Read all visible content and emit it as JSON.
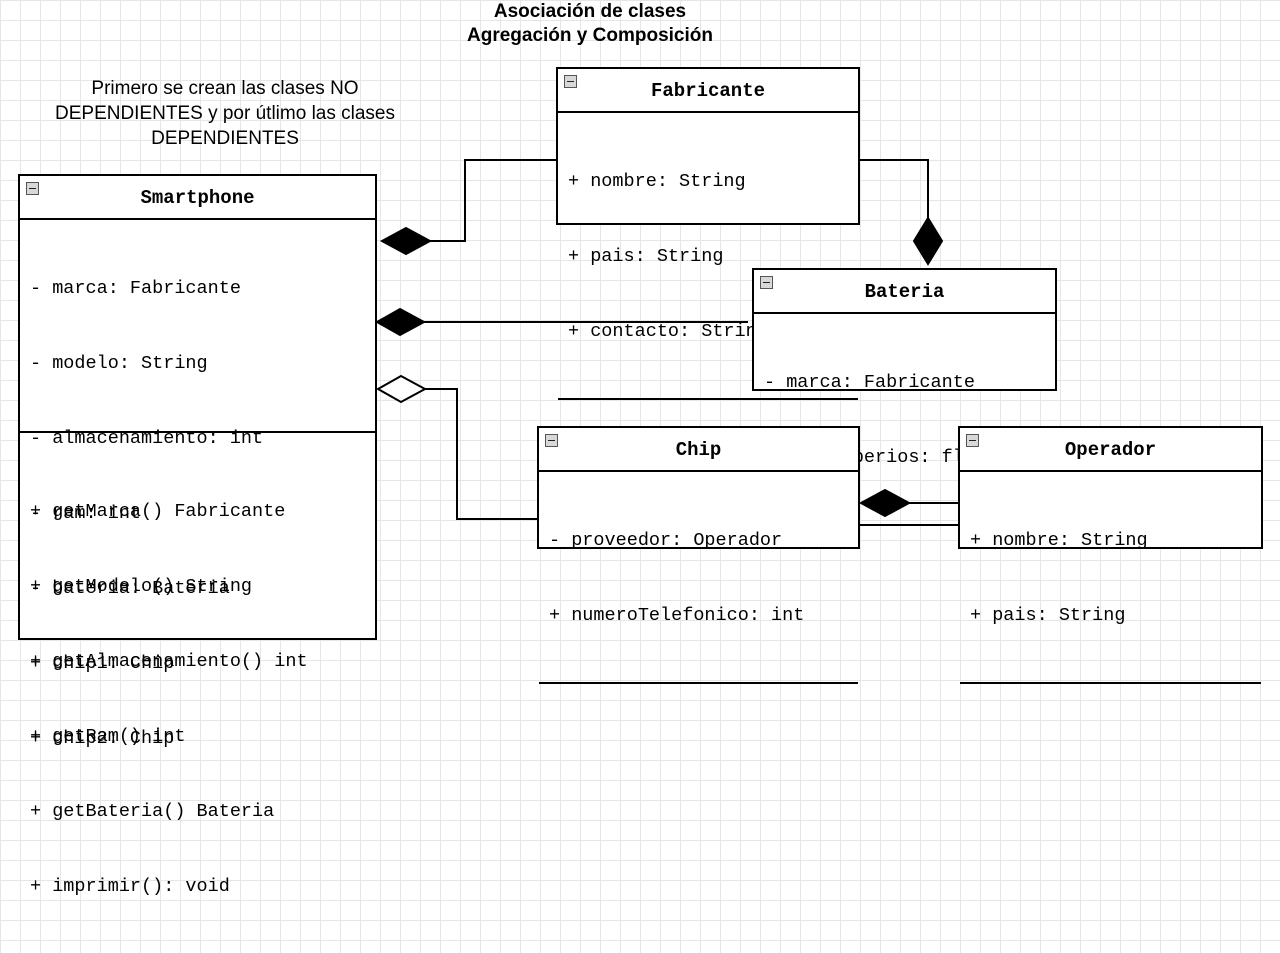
{
  "title": {
    "line1": "Asociación de clases",
    "line2": "Agregación y Composición"
  },
  "note": {
    "line1": "Primero se crean las clases NO",
    "line2": "DEPENDIENTES y por útlimo las clases",
    "line3": "DEPENDIENTES"
  },
  "classes": {
    "fabricante": {
      "name": "Fabricante",
      "attributes": [
        "+ nombre: String",
        "+ pais: String",
        "+ contacto: String"
      ]
    },
    "smartphone": {
      "name": "Smartphone",
      "attributes": [
        "- marca: Fabricante",
        "- modelo: String",
        "- almacenamiento: int",
        "- ram: int",
        "- bateria: Bateria",
        "+ chip1: Chip",
        "+ chip2: Chip"
      ],
      "methods": [
        "+ getMarca() Fabricante",
        "+ getModelo() String",
        "+ getAlmacenamiento() int",
        "+ getRam() int",
        "+ getBateria() Bateria",
        "+ imprimir(): void"
      ]
    },
    "bateria": {
      "name": "Bateria",
      "attributes": [
        "- marca: Fabricante",
        "+ miliAmperios: float"
      ]
    },
    "chip": {
      "name": "Chip",
      "attributes": [
        "- proveedor: Operador",
        "+ numeroTelefonico: int"
      ]
    },
    "operador": {
      "name": "Operador",
      "attributes": [
        "+ nombre: String",
        "+ pais: String"
      ]
    }
  }
}
